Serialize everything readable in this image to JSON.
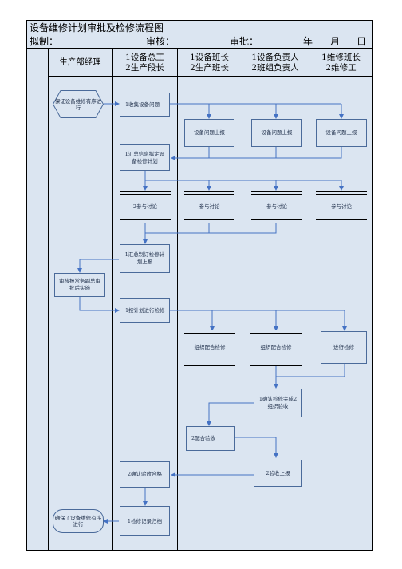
{
  "header": {
    "title": "设备维修计划审批及检修流程图",
    "drafter_label": "拟制：",
    "review_label": "审核：",
    "approve_label": "审批：",
    "year_label": "年",
    "month_label": "月",
    "day_label": "日"
  },
  "lanes": [
    {
      "line1": "生产部经理",
      "line2": ""
    },
    {
      "line1": "1设备总工",
      "line2": "2生产段长"
    },
    {
      "line1": "1设备班长",
      "line2": "2生产班长"
    },
    {
      "line1": "1设备负责人",
      "line2": "2班组负责人"
    },
    {
      "line1": "1维修班长",
      "line2": "2维修工"
    }
  ],
  "nodes": {
    "start": "保证设备维修有序进行",
    "collect": "1收集设备问题",
    "report_a": "设备问题上报",
    "report_b": "设备问题上报",
    "report_c": "设备问题上报",
    "summarize": "1汇总信息拟定设备检修计划",
    "discuss_a": "2参与讨论",
    "discuss_b": "参与讨论",
    "discuss_c": "参与讨论",
    "discuss_d": "参与讨论",
    "revise": "1汇总制订检修计划上报",
    "approve": "审核报常务副总审批后实施",
    "execute": "1按计划进行检修",
    "coop_a": "组织配合检修",
    "coop_b": "组织配合检修",
    "repair": "进行检修",
    "confirm": "1确认检修完成2组织验收",
    "assist": "2配合验收",
    "accept": "2验收上报",
    "confirm_accept": "2确认验收合格",
    "archive": "1检修记录归档",
    "end": "确保了设备维修有序进行"
  },
  "colors": {
    "frame_fill": "#dbe5f1",
    "box_border": "#4a6a9a",
    "arrow": "#4472c4"
  }
}
